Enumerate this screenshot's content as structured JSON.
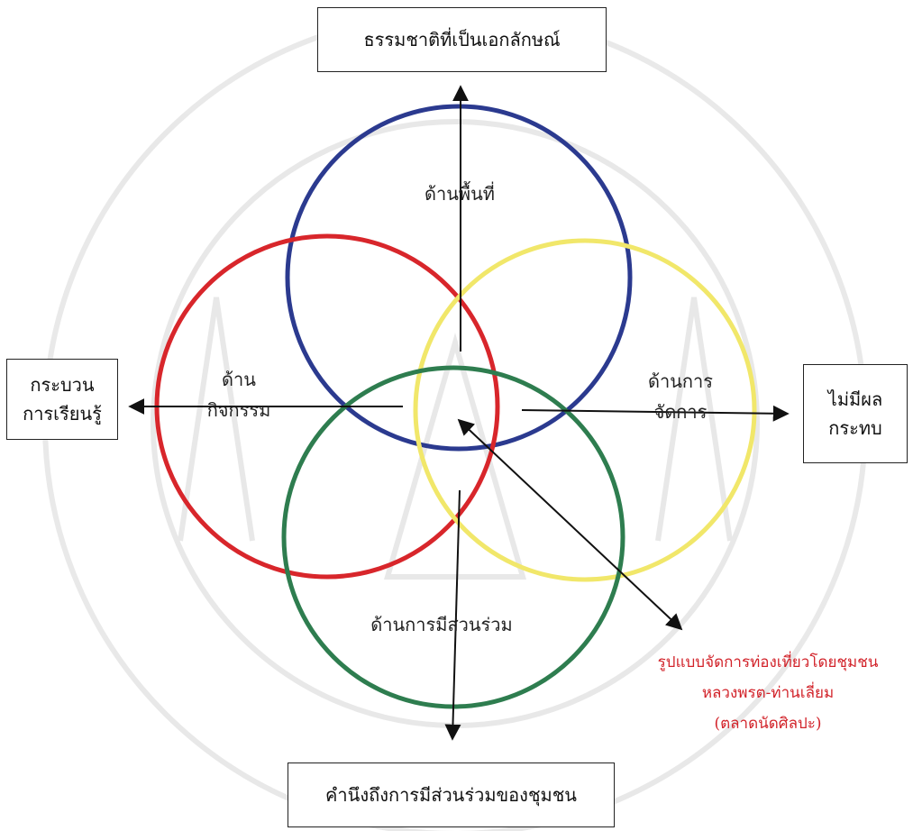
{
  "diagram": {
    "boxes": {
      "top": "ธรรมชาติที่เป็นเอกลักษณ์",
      "left": [
        "กระบวน",
        "การเรียนรู้"
      ],
      "right": [
        "ไม่มีผล",
        "กระทบ"
      ],
      "bottom": "คำนึงถึงการมีส่วนร่วมของชุมชน"
    },
    "circles": {
      "area": {
        "label": "ด้านพื้นที่",
        "color": "#2b3a8f"
      },
      "activity": {
        "label": [
          "ด้าน",
          "กิจกรรม"
        ],
        "color": "#d8262b"
      },
      "management": {
        "label": [
          "ด้านการ",
          "จัดการ"
        ],
        "color": "#f1e76a"
      },
      "participation": {
        "label": "ด้านการมีส่วนร่วม",
        "color": "#2e7d4f"
      }
    },
    "model_note": [
      "รูปแบบจัดการท่องเที่ยวโดยชุมชน",
      "หลวงพรต-ท่านเลี่ยม",
      "(ตลาดนัดศิลปะ)"
    ],
    "note_color": "#d2232a"
  }
}
